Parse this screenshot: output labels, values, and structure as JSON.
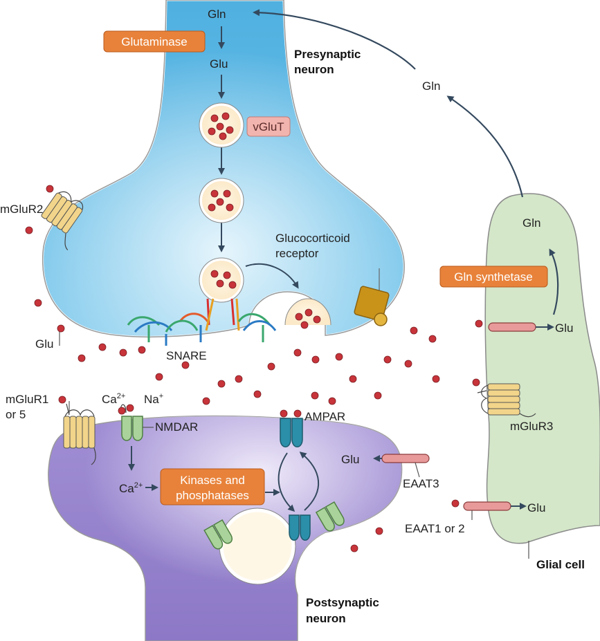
{
  "colors": {
    "presynaptic": "#5fb7e3",
    "presynaptic_light": "#c6e7f6",
    "postsynaptic": "#9d8ad0",
    "postsynaptic_light": "#ded7f1",
    "glial": "#cfe4c4",
    "enzyme_box": "#e8823a",
    "vglut_box": "#f2b4ae",
    "glutamate_dot": "#c7343a",
    "arrow": "#34495e"
  },
  "labels": {
    "gln_top": "Gln",
    "glutaminase": "Glutaminase",
    "glu_pre": "Glu",
    "presynaptic_neuron": [
      "Presynaptic",
      "neuron"
    ],
    "vglut": "vGluT",
    "gln_mid": "Gln",
    "mglur2": "mGluR2",
    "glucocorticoid_receptor": [
      "Glucocorticoid",
      "receptor"
    ],
    "gln_glial": "Gln",
    "gln_synthetase": "Gln synthetase",
    "glu_cleft": "Glu",
    "snare": "SNARE",
    "glu_glial_uptake": "Glu",
    "mglur1_or_5": [
      "mGluR1",
      "or 5"
    ],
    "ca_top": "Ca",
    "ca_sup": "2+",
    "na": "Na",
    "na_sup": "+",
    "nmdar": "NMDAR",
    "ampar": "AMPAR",
    "mglur3": "mGluR3",
    "glu_eaat3": "Glu",
    "eaat3": "EAAT3",
    "ca_lower": "Ca",
    "ca_lower_sup": "2+",
    "kinases": [
      "Kinases and",
      "phosphatases"
    ],
    "glu_eaat1": "Glu",
    "eaat1_or_2": "EAAT1 or 2",
    "glial_cell": "Glial cell",
    "postsynaptic_neuron": [
      "Postsynaptic",
      "neuron"
    ]
  }
}
